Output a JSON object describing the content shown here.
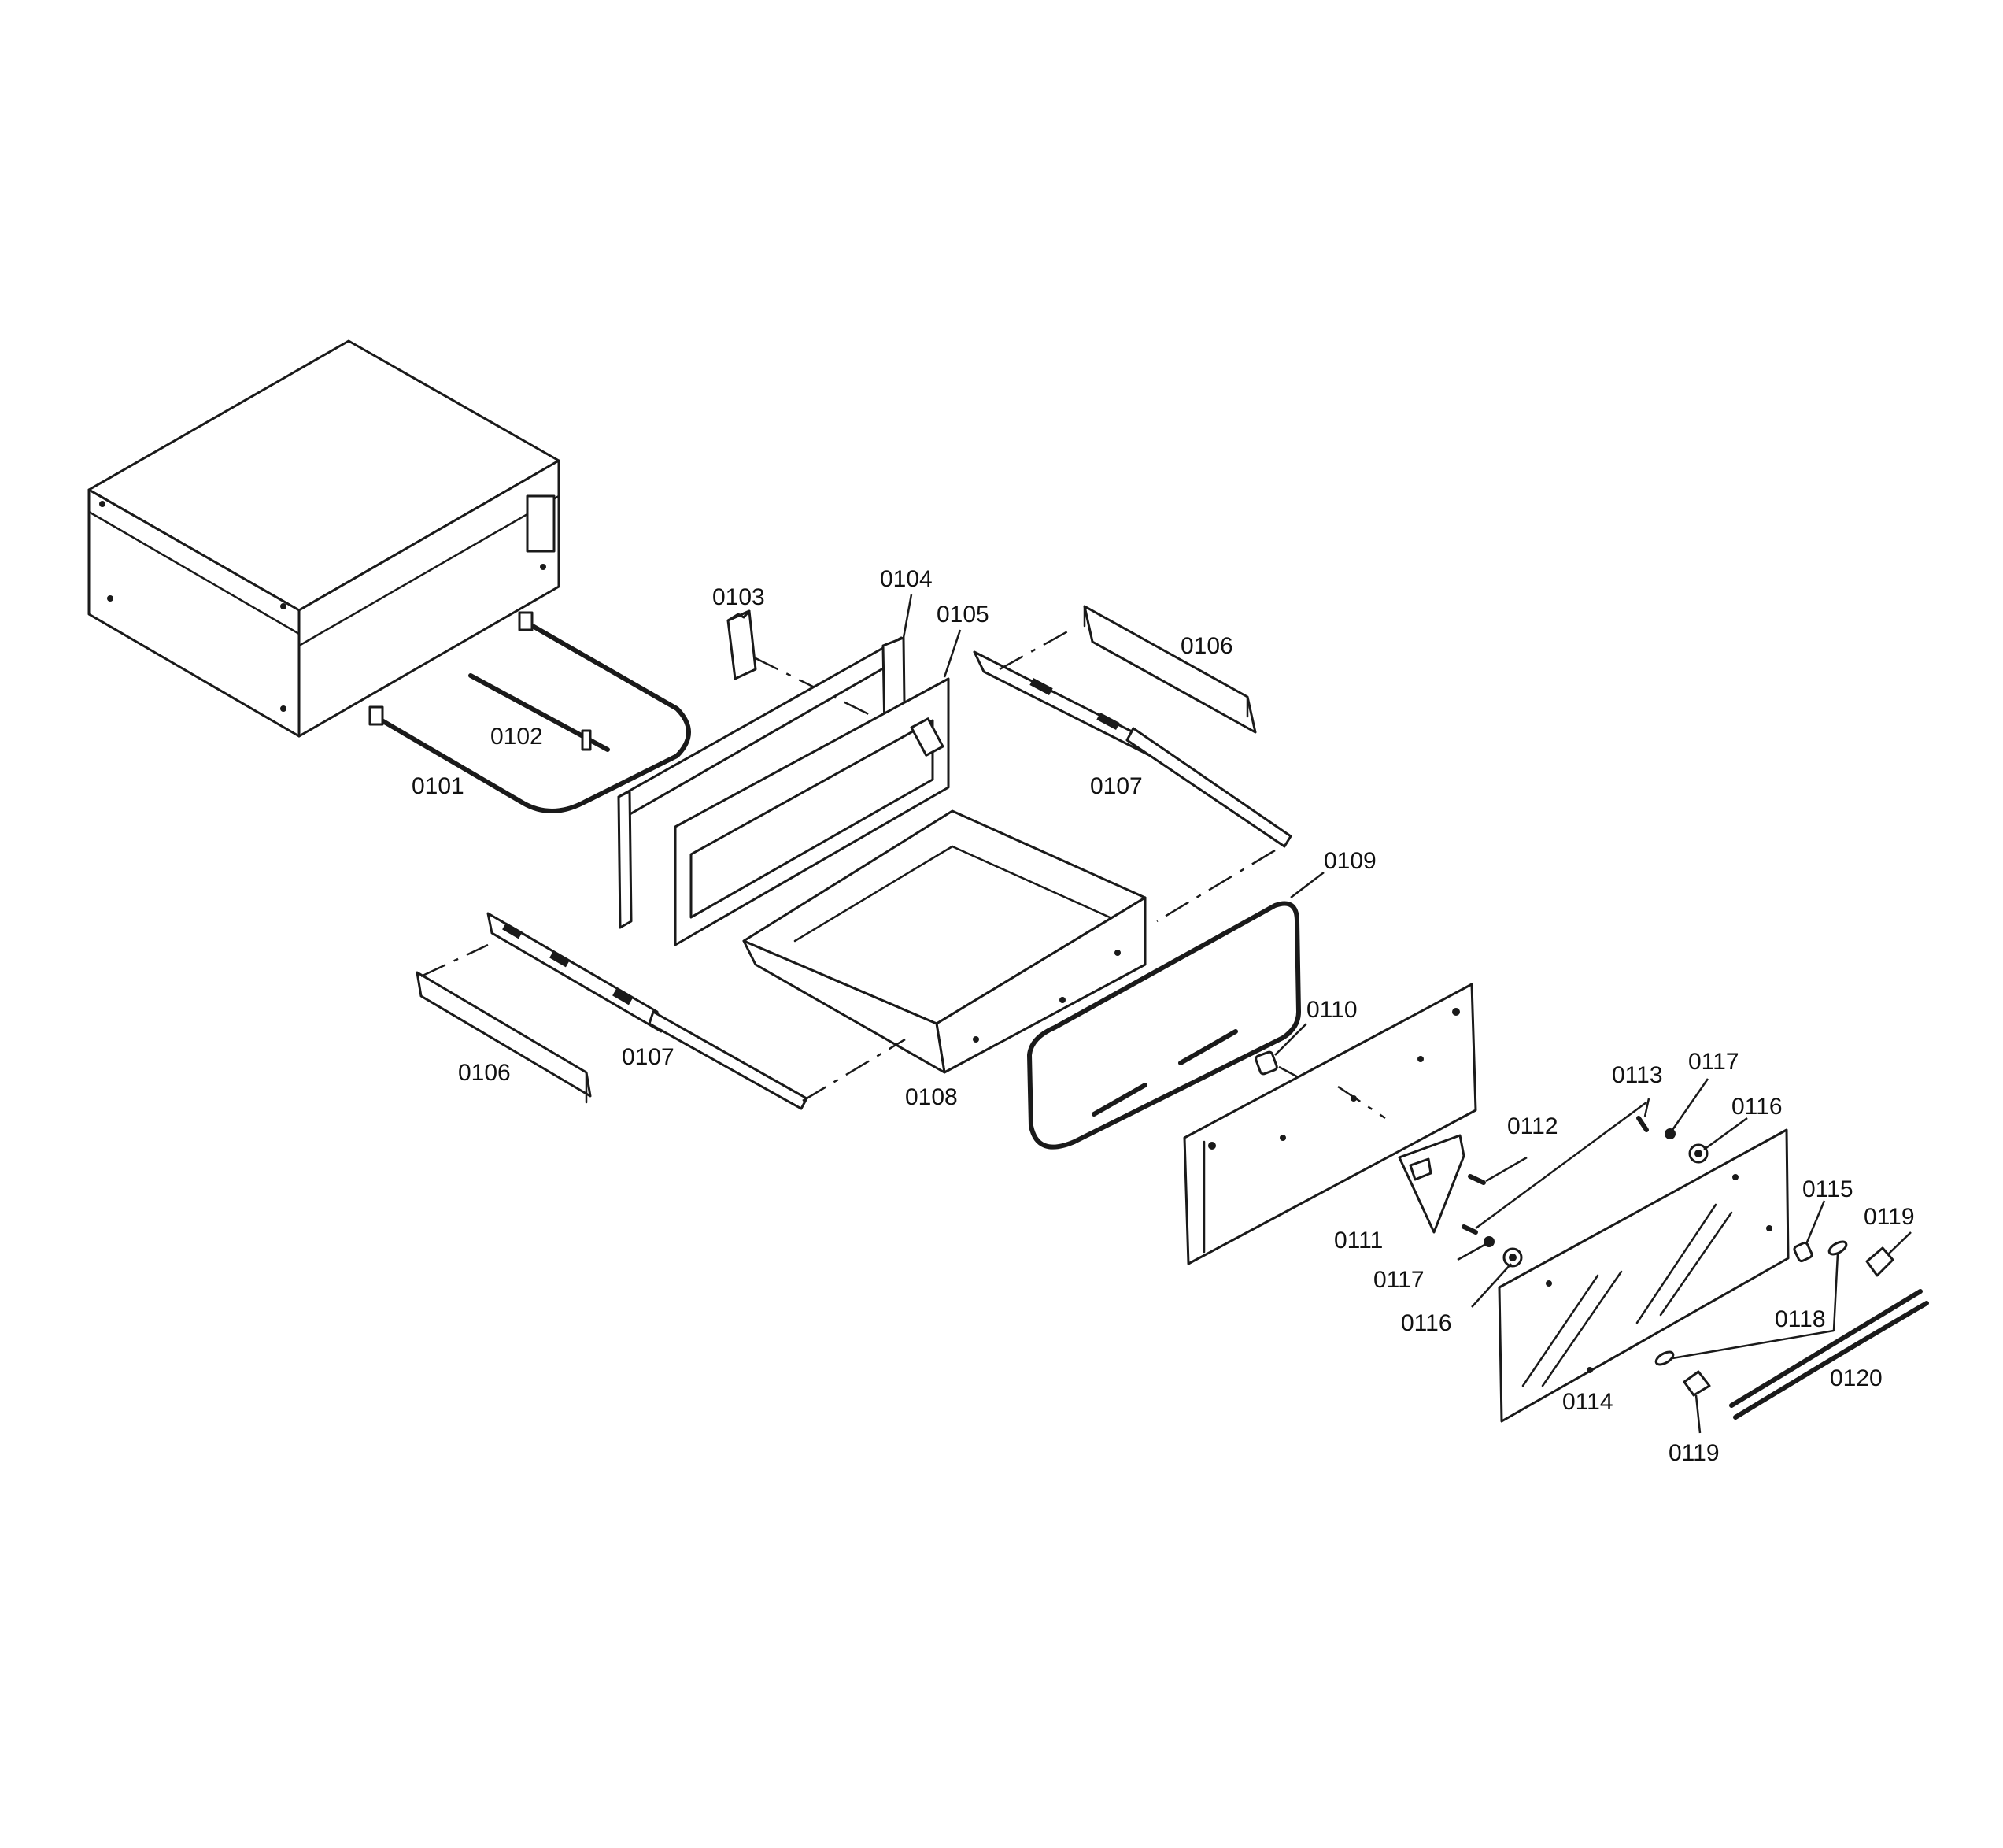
{
  "labels": {
    "p0101": "0101",
    "p0102": "0102",
    "p0103": "0103",
    "p0104": "0104",
    "p0105": "0105",
    "p0106_top": "0106",
    "p0106_bottom": "0106",
    "p0107_top": "0107",
    "p0107_bottom": "0107",
    "p0108": "0108",
    "p0109": "0109",
    "p0110": "0110",
    "p0111": "0111",
    "p0112": "0112",
    "p0113": "0113",
    "p0114": "0114",
    "p0115": "0115",
    "p0116_top": "0116",
    "p0116_bottom": "0116",
    "p0117_top": "0117",
    "p0117_bottom": "0117",
    "p0118": "0118",
    "p0119_top": "0119",
    "p0119_bottom": "0119",
    "p0120": "0120"
  },
  "colors": {
    "line": "#1a1a1a",
    "background": "#ffffff"
  }
}
